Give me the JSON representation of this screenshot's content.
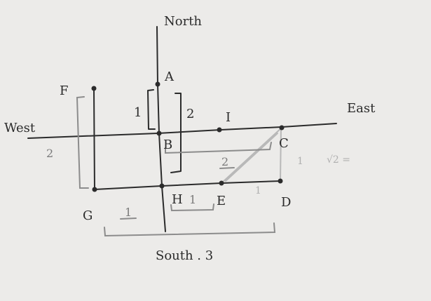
{
  "directions": {
    "north": "North",
    "east": "East",
    "west": "West",
    "south": "South . 3"
  },
  "points": {
    "a": "A",
    "b": "B",
    "c": "C",
    "d": "D",
    "e": "E",
    "f": "F",
    "g": "G",
    "h": "H",
    "i": "I"
  },
  "measures": {
    "fg": "2",
    "ab_left": "1",
    "ab_right": "2",
    "bc": "2",
    "cd": "1",
    "root2": "√2 =",
    "gh": "1",
    "he": "1",
    "ed": "1"
  }
}
